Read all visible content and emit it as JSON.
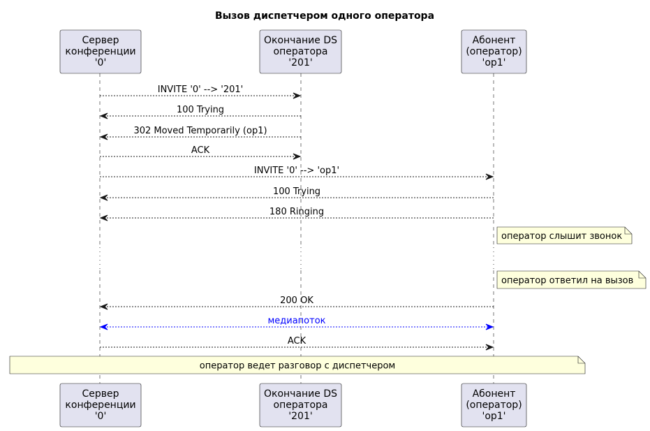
{
  "title": "Вызов диспетчером одного оператора",
  "colors": {
    "participant_fill": "#E2E2F0",
    "participant_stroke": "#181818",
    "note_fill": "#FEFFDD",
    "note_stroke": "#181818",
    "lifeline": "#181818",
    "message": "#181818",
    "media": "#0000FF",
    "media_text": "#0000FF"
  },
  "participants": [
    {
      "id": "server",
      "lines": [
        "Сервер",
        "конференции",
        "'0'"
      ]
    },
    {
      "id": "ds",
      "lines": [
        "Окончание DS",
        "оператора",
        "'201'"
      ]
    },
    {
      "id": "subscriber",
      "lines": [
        "Абонент",
        "(оператор)",
        "'op1'"
      ]
    }
  ],
  "messages": [
    {
      "from": "server",
      "to": "ds",
      "label": "INVITE '0' --> '201'"
    },
    {
      "from": "ds",
      "to": "server",
      "label": "100 Trying"
    },
    {
      "from": "ds",
      "to": "server",
      "label": "302 Moved Temporarily (op1)"
    },
    {
      "from": "server",
      "to": "ds",
      "label": "ACK"
    },
    {
      "from": "server",
      "to": "subscriber",
      "label": "INVITE '0' --> 'op1'"
    },
    {
      "from": "subscriber",
      "to": "server",
      "label": "100 Trying"
    },
    {
      "from": "subscriber",
      "to": "server",
      "label": "180 Ringing"
    },
    {
      "from": "subscriber",
      "to": "server",
      "label": "200 OK"
    },
    {
      "from": "server",
      "to": "subscriber",
      "label": "медиапоток",
      "bidirectional": true,
      "style": "media"
    },
    {
      "from": "server",
      "to": "subscriber",
      "label": "ACK"
    }
  ],
  "notes": [
    {
      "over": "subscriber",
      "text": "оператор слышит звонок"
    },
    {
      "over": "subscriber",
      "text": "оператор ответил на вызов"
    },
    {
      "over": "all",
      "text": "оператор ведет разговор с диспетчером"
    }
  ]
}
